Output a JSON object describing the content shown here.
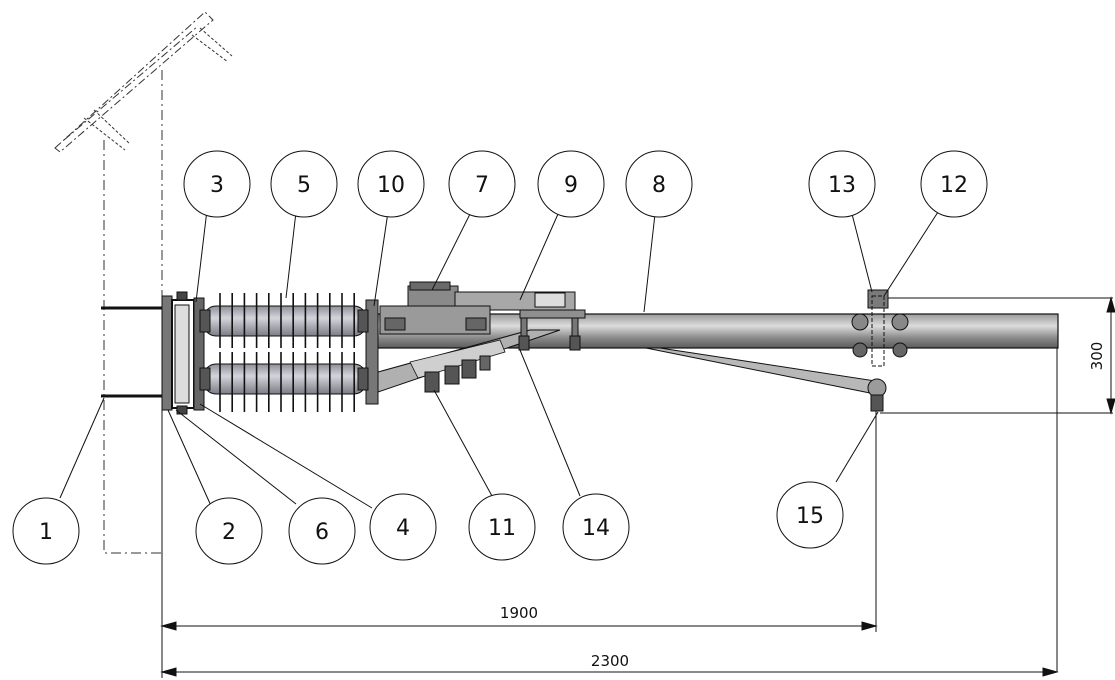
{
  "part_labels": {
    "p1": "1",
    "p2": "2",
    "p3": "3",
    "p4": "4",
    "p5": "5",
    "p6": "6",
    "p7": "7",
    "p8": "8",
    "p9": "9",
    "p10": "10",
    "p11": "11",
    "p12": "12",
    "p13": "13",
    "p14": "14",
    "p15": "15"
  },
  "dimensions": {
    "length_short": "1900",
    "length_total": "2300",
    "height": "300"
  },
  "colors": {
    "line": "#111111",
    "metal_dark": "#6d6d6d",
    "metal_light": "#c9c9c9",
    "insulator": "#a9a9b0"
  }
}
